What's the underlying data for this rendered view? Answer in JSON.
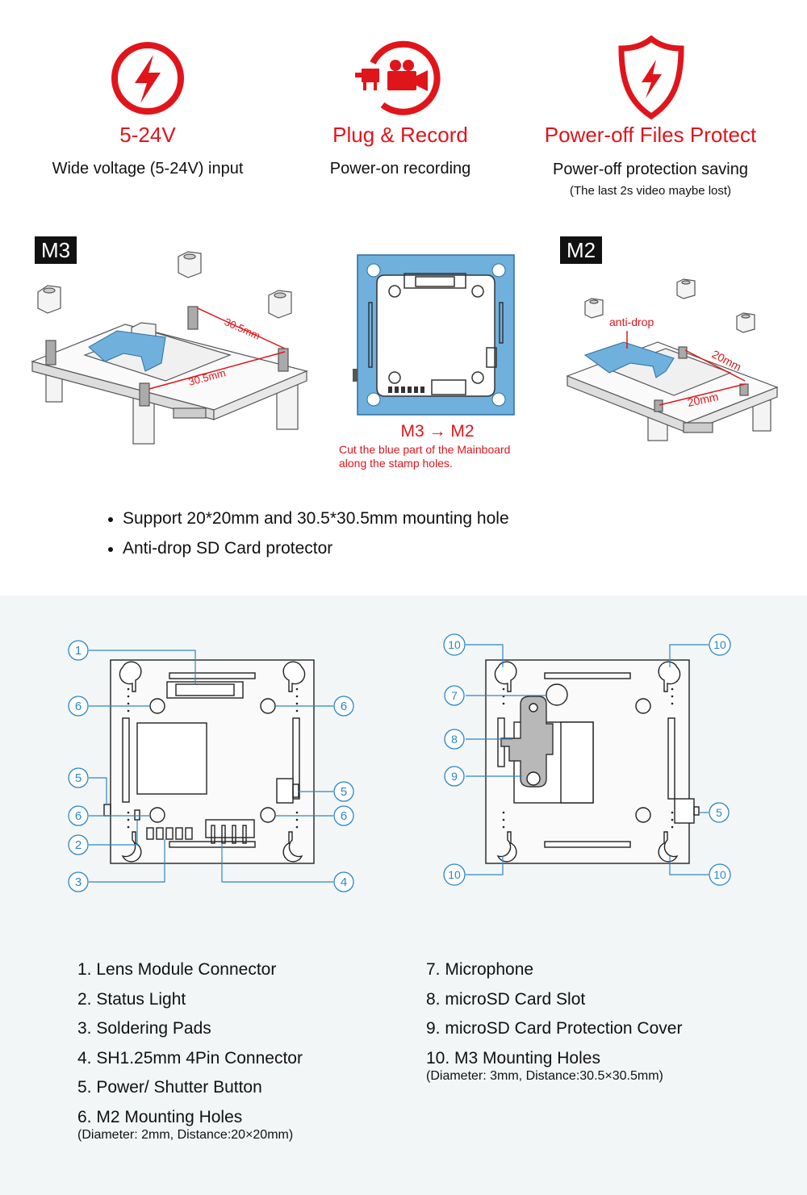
{
  "features": [
    {
      "icon": "lightning-icon",
      "title": "5-24V",
      "subtitle": "Wide voltage (5-24V) input",
      "note": ""
    },
    {
      "icon": "plug-camera-icon",
      "title": "Plug & Record",
      "subtitle": "Power-on recording",
      "note": ""
    },
    {
      "icon": "shield-lightning-icon",
      "title": "Power-off Files Protect",
      "subtitle": "Power-off protection saving",
      "note": "(The last 2s video maybe lost)"
    }
  ],
  "mounting": {
    "m3_tag": "M3",
    "m2_tag": "M2",
    "m3_dim_a": "30.5mm",
    "m3_dim_b": "30.5mm",
    "m2_dim_a": "20mm",
    "m2_dim_b": "20mm",
    "anti_drop": "anti-drop",
    "convert_title": "M3 → M2",
    "convert_note_1": "Cut the blue part of the Mainboard",
    "convert_note_2": "along the stamp holes."
  },
  "bullets": [
    "Support 20*20mm and 30.5*30.5mm mounting hole",
    "Anti-drop SD Card protector"
  ],
  "callouts": {
    "front": [
      "1",
      "6",
      "6",
      "5",
      "5",
      "6",
      "6",
      "2",
      "3",
      "4"
    ],
    "back": [
      "10",
      "10",
      "7",
      "8",
      "9",
      "5",
      "10",
      "10"
    ]
  },
  "parts_left": [
    "1. Lens Module Connector",
    "2. Status Light",
    "3. Soldering Pads",
    "4. SH1.25mm 4Pin Connector",
    "5. Power/ Shutter Button",
    "6. M2 Mounting Holes"
  ],
  "parts_left_note": "(Diameter: 2mm, Distance:20×20mm)",
  "parts_right": [
    "7. Microphone",
    "8. microSD Card Slot",
    "9. microSD Card Protection Cover",
    "10. M3 Mounting Holes"
  ],
  "parts_right_note": "(Diameter: 3mm, Distance:30.5×30.5mm)",
  "colors": {
    "accent": "#e0151b",
    "callout": "#2b86c8",
    "cut_blue": "#6fb0dd"
  }
}
